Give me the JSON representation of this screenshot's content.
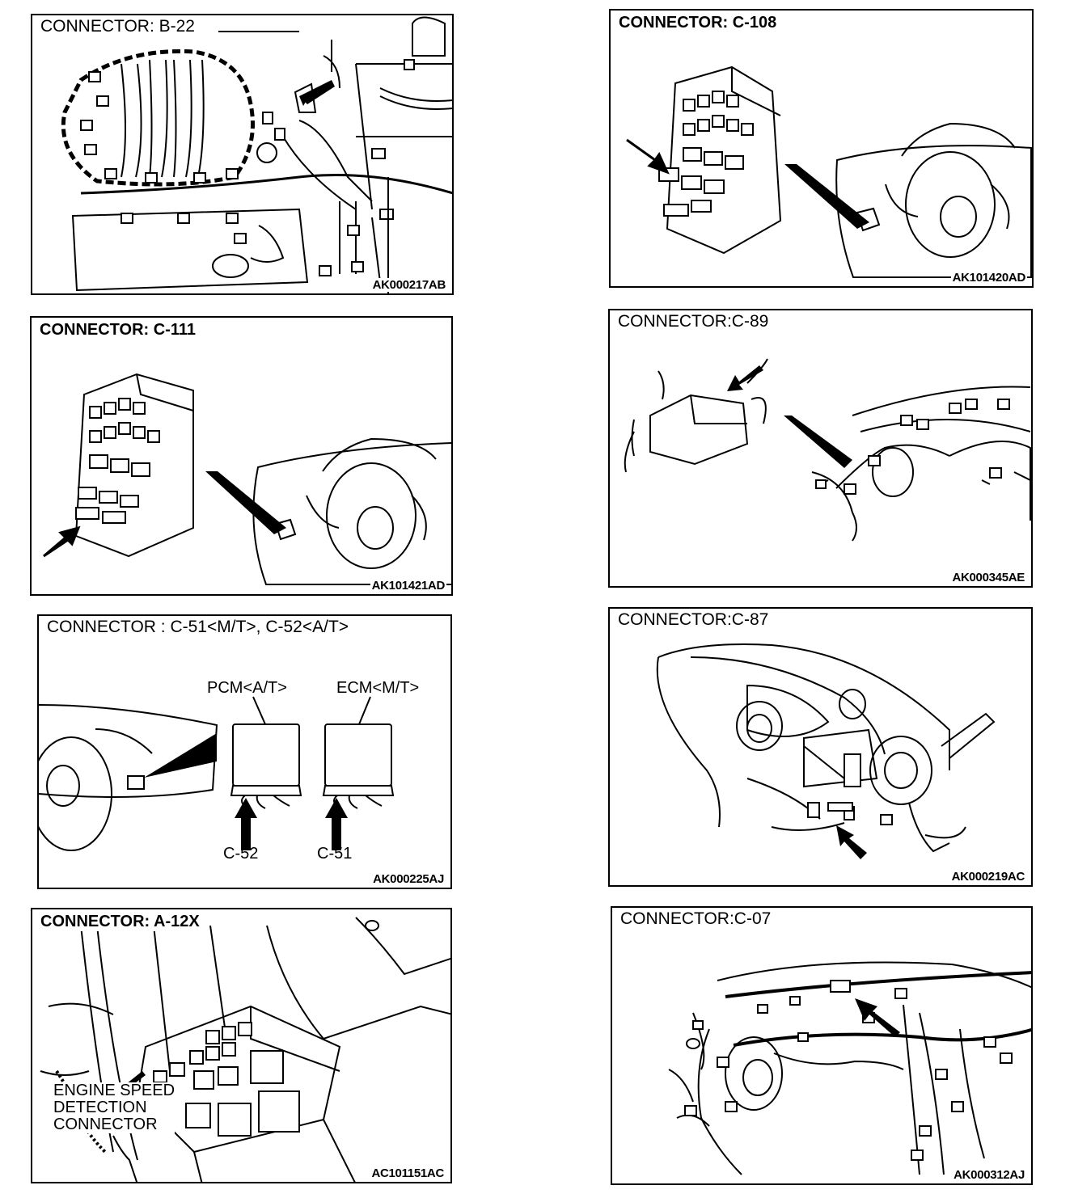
{
  "panels": [
    {
      "id": "b22",
      "title": "CONNECTOR: B-22",
      "code": "AK000217AB"
    },
    {
      "id": "c108",
      "title": "CONNECTOR: C-108",
      "code": "AK101420AD"
    },
    {
      "id": "c111",
      "title": "CONNECTOR: C-111",
      "code": "AK101421AD"
    },
    {
      "id": "c89",
      "title": "CONNECTOR:C-89",
      "code": "AK000345AE"
    },
    {
      "id": "c51",
      "title": "CONNECTOR : C-51<M/T>, C-52<A/T>",
      "code": "AK000225AJ",
      "labels": {
        "pcm": "PCM<A/T>",
        "ecm": "ECM<M/T>",
        "c52": "C-52",
        "c51": "C-51"
      }
    },
    {
      "id": "c87",
      "title": "CONNECTOR:C-87",
      "code": "AK000219AC"
    },
    {
      "id": "a12x",
      "title": "CONNECTOR: A-12X",
      "code": "AC101151AC",
      "labels": {
        "line1": "ENGINE SPEED",
        "line2": "DETECTION",
        "line3": "CONNECTOR"
      }
    },
    {
      "id": "c07",
      "title": "CONNECTOR:C-07",
      "code": "AK000312AJ"
    }
  ]
}
